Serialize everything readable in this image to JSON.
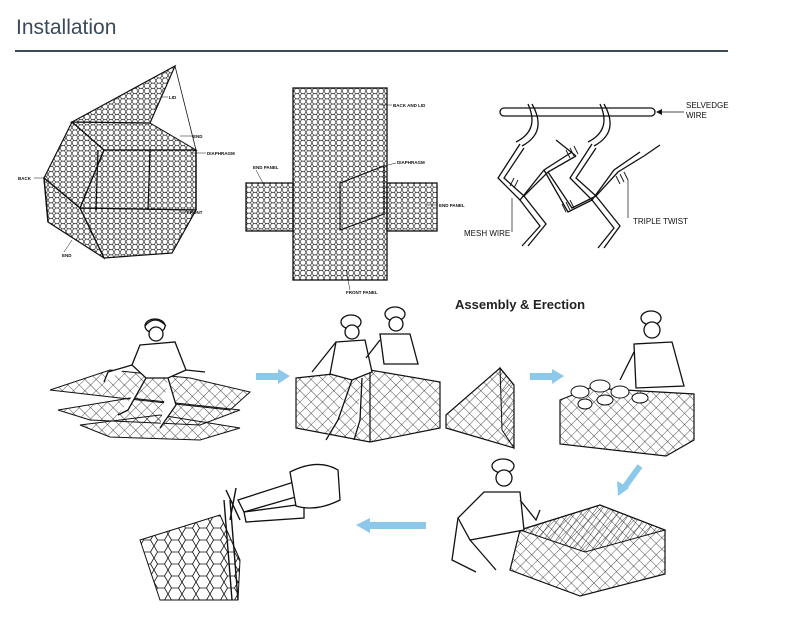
{
  "header": {
    "title": "Installation"
  },
  "diagram1": {
    "labels": {
      "lid": "LID",
      "end_top": "END",
      "diaphragm": "DIAPHRAGM",
      "back": "BACK",
      "front": "FRONT",
      "end_bottom": "END"
    }
  },
  "diagram2": {
    "labels": {
      "back_lid": "BACK AND LID",
      "end_left": "END PANEL",
      "diaphragm": "DIAPHRAGM",
      "end_right": "END PANEL",
      "front": "FRONT PANEL"
    }
  },
  "diagram3": {
    "labels": {
      "selvedge": "SELVEDGE",
      "wire": "WIRE",
      "mesh_wire": "MESH WIRE",
      "triple_twist": "TRIPLE TWIST"
    }
  },
  "assembly": {
    "title": "Assembly & Erection"
  },
  "colors": {
    "arrow": "#8cc8ea",
    "line": "#111111",
    "heading": "#3a4a5a"
  }
}
